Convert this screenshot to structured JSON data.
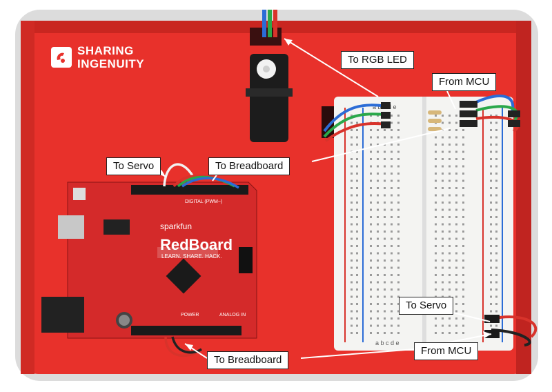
{
  "logo": {
    "line1": "SHARING",
    "line2": "INGENUITY"
  },
  "board": {
    "brand": "sparkfun",
    "name": "RedBoard",
    "tagline": "LEARN. SHARE. HACK.",
    "power_label": "POWER",
    "analog_label": "ANALOG IN",
    "digital_label": "DIGITAL (PWM~)"
  },
  "callouts": {
    "rgb_led": "To RGB LED",
    "from_mcu_top": "From MCU",
    "to_servo_top": "To Servo",
    "to_breadboard_top": "To Breadboard",
    "to_servo_bottom": "To Servo",
    "from_mcu_bottom": "From MCU",
    "to_breadboard_bottom": "To Breadboard"
  },
  "breadboard": {
    "top_columns": "a b c d e",
    "bottom_columns": "a b c d e"
  },
  "colors": {
    "box_red": "#e8312b",
    "board_red": "#d42a2a",
    "breadboard": "#f4f4f2"
  }
}
